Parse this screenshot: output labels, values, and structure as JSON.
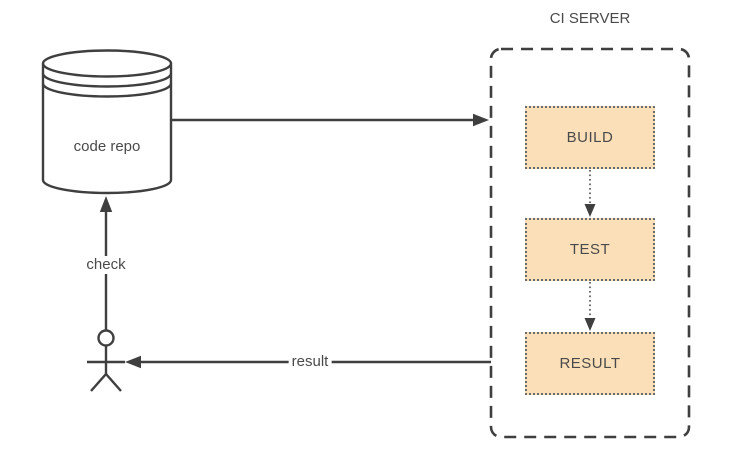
{
  "ci_server": {
    "label": "CI SERVER",
    "steps": [
      {
        "label": "BUILD"
      },
      {
        "label": "TEST"
      },
      {
        "label": "RESULT"
      }
    ]
  },
  "nodes": {
    "code_repo": {
      "label": "code repo",
      "shape": "database-cylinder"
    },
    "user": {
      "shape": "stick-figure"
    }
  },
  "edges": [
    {
      "from": "code_repo",
      "to": "ci_server",
      "label": ""
    },
    {
      "from": "user",
      "to": "code_repo",
      "label": "check"
    },
    {
      "from": "ci_server",
      "to": "user",
      "label": "result"
    },
    {
      "from": "BUILD",
      "to": "TEST",
      "style": "dotted"
    },
    {
      "from": "TEST",
      "to": "RESULT",
      "style": "dotted"
    }
  ],
  "colors": {
    "background": "#ffffff",
    "stroke": "#3f3f3f",
    "text": "#4a4a4a",
    "step_fill": "#fbdfb8",
    "step_border": "#6b6b6b"
  }
}
